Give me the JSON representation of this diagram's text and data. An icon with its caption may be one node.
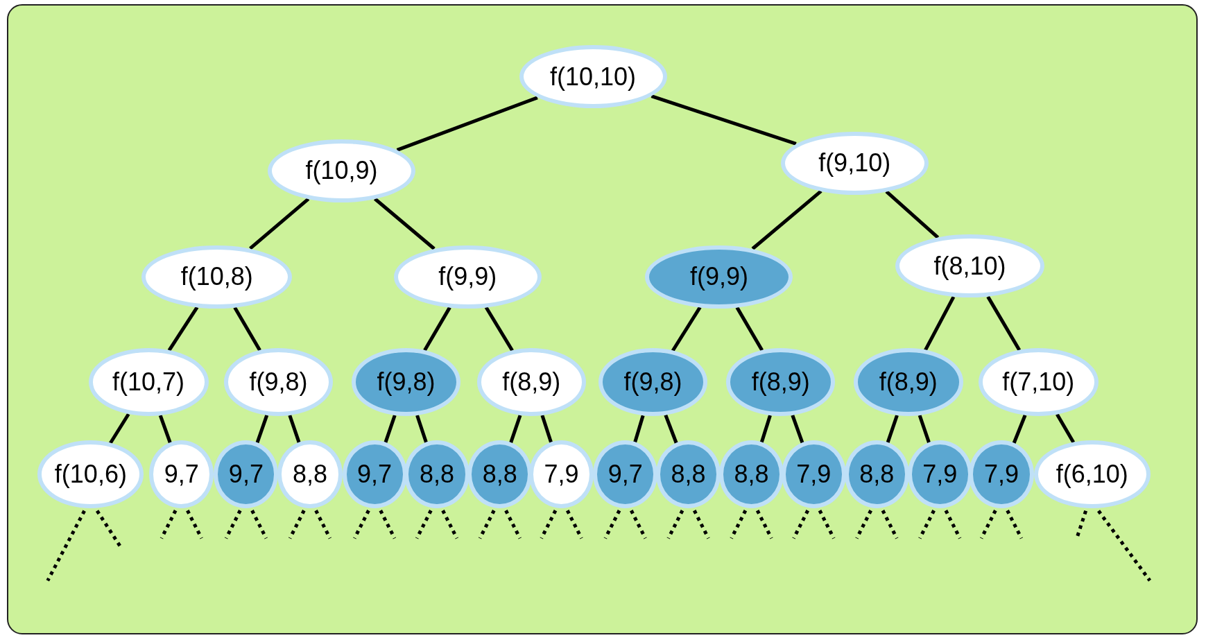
{
  "diagram": {
    "nodes": [
      {
        "text": [
          "f(10,10)"
        ]
      },
      {
        "text": [
          "f(10,9)"
        ]
      },
      {
        "text": [
          "f(9,10)"
        ]
      },
      {
        "text": [
          "f(10,8)"
        ]
      },
      {
        "text": [
          "f(9,9)"
        ]
      },
      {
        "text": [
          "f(9,9)"
        ]
      },
      {
        "text": [
          "f(8,10)"
        ]
      },
      {
        "text": [
          "f(10,7)"
        ]
      },
      {
        "text": [
          "f(9,8)"
        ]
      },
      {
        "text": [
          "f(9,8)"
        ]
      },
      {
        "text": [
          "f(8,9)"
        ]
      },
      {
        "text": [
          "f(9,8)"
        ]
      },
      {
        "text": [
          "f(8,9)"
        ]
      },
      {
        "text": [
          "f(8,9)"
        ]
      },
      {
        "text": [
          "f(7,10)"
        ]
      },
      {
        "text": [
          "f(10,6)"
        ]
      },
      {
        "text": [
          "9,7"
        ]
      },
      {
        "text": [
          "9,7"
        ]
      },
      {
        "text": [
          "8,8"
        ]
      },
      {
        "text": [
          "9,7"
        ]
      },
      {
        "text": [
          "8,8"
        ]
      },
      {
        "text": [
          "8,8"
        ]
      },
      {
        "text": [
          "7,9"
        ]
      },
      {
        "text": [
          "9,7"
        ]
      },
      {
        "text": [
          "8,8"
        ]
      },
      {
        "text": [
          "8,8"
        ]
      },
      {
        "text": [
          "7,9"
        ]
      },
      {
        "text": [
          "8,8"
        ]
      },
      {
        "text": [
          "7,9"
        ]
      },
      {
        "text": [
          "7,9"
        ]
      },
      {
        "text": [
          "f(6,10)"
        ]
      }
    ],
    "edges": [
      {
        "from": 0,
        "to": 1,
        "arrow": "none"
      },
      {
        "from": 0,
        "to": 2,
        "arrow": "none"
      },
      {
        "from": 1,
        "to": 3,
        "arrow": "none"
      },
      {
        "from": 1,
        "to": 4,
        "arrow": "none"
      },
      {
        "from": 2,
        "to": 5,
        "arrow": "none"
      },
      {
        "from": 2,
        "to": 6,
        "arrow": "none"
      },
      {
        "from": 3,
        "to": 7,
        "arrow": "none"
      },
      {
        "from": 3,
        "to": 8,
        "arrow": "none"
      },
      {
        "from": 4,
        "to": 9,
        "arrow": "none"
      },
      {
        "from": 4,
        "to": 10,
        "arrow": "none"
      },
      {
        "from": 5,
        "to": 11,
        "arrow": "none"
      },
      {
        "from": 5,
        "to": 12,
        "arrow": "none"
      },
      {
        "from": 6,
        "to": 13,
        "arrow": "none"
      },
      {
        "from": 6,
        "to": 14,
        "arrow": "none"
      },
      {
        "from": 7,
        "to": 15,
        "arrow": "none"
      },
      {
        "from": 7,
        "to": 16,
        "arrow": "none"
      },
      {
        "from": 8,
        "to": 17,
        "arrow": "none"
      },
      {
        "from": 8,
        "to": 18,
        "arrow": "none"
      },
      {
        "from": 9,
        "to": 19,
        "arrow": "none"
      },
      {
        "from": 9,
        "to": 20,
        "arrow": "none"
      },
      {
        "from": 10,
        "to": 21,
        "arrow": "none"
      },
      {
        "from": 10,
        "to": 22,
        "arrow": "none"
      },
      {
        "from": 11,
        "to": 23,
        "arrow": "none"
      },
      {
        "from": 11,
        "to": 24,
        "arrow": "none"
      },
      {
        "from": 12,
        "to": 25,
        "arrow": "none"
      },
      {
        "from": 12,
        "to": 26,
        "arrow": "none"
      },
      {
        "from": 13,
        "to": 27,
        "arrow": "none"
      },
      {
        "from": 13,
        "to": 28,
        "arrow": "none"
      },
      {
        "from": 14,
        "to": 29,
        "arrow": "none"
      },
      {
        "from": 14,
        "to": 30,
        "arrow": "none"
      },
      {
        "from": 15,
        "to": null,
        "arrow": "none",
        "style": "dashed"
      },
      {
        "from": 15,
        "to": null,
        "arrow": "none",
        "style": "dashed"
      },
      {
        "from": 16,
        "to": null,
        "arrow": "none",
        "style": "dashed"
      },
      {
        "from": 16,
        "to": null,
        "arrow": "none",
        "style": "dashed"
      },
      {
        "from": 17,
        "to": null,
        "arrow": "none",
        "style": "dashed"
      },
      {
        "from": 17,
        "to": null,
        "arrow": "none",
        "style": "dashed"
      },
      {
        "from": 18,
        "to": null,
        "arrow": "none",
        "style": "dashed"
      },
      {
        "from": 18,
        "to": null,
        "arrow": "none",
        "style": "dashed"
      },
      {
        "from": 19,
        "to": null,
        "arrow": "none",
        "style": "dashed"
      },
      {
        "from": 19,
        "to": null,
        "arrow": "none",
        "style": "dashed"
      },
      {
        "from": 20,
        "to": null,
        "arrow": "none",
        "style": "dashed"
      },
      {
        "from": 20,
        "to": null,
        "arrow": "none",
        "style": "dashed"
      },
      {
        "from": 21,
        "to": null,
        "arrow": "none",
        "style": "dashed"
      },
      {
        "from": 21,
        "to": null,
        "arrow": "none",
        "style": "dashed"
      },
      {
        "from": 22,
        "to": null,
        "arrow": "none",
        "style": "dashed"
      },
      {
        "from": 22,
        "to": null,
        "arrow": "none",
        "style": "dashed"
      },
      {
        "from": 23,
        "to": null,
        "arrow": "none",
        "style": "dashed"
      },
      {
        "from": 23,
        "to": null,
        "arrow": "none",
        "style": "dashed"
      },
      {
        "from": 24,
        "to": null,
        "arrow": "none",
        "style": "dashed"
      },
      {
        "from": 24,
        "to": null,
        "arrow": "none",
        "style": "dashed"
      },
      {
        "from": 25,
        "to": null,
        "arrow": "none",
        "style": "dashed"
      },
      {
        "from": 25,
        "to": null,
        "arrow": "none",
        "style": "dashed"
      },
      {
        "from": 26,
        "to": null,
        "arrow": "none",
        "style": "dashed"
      },
      {
        "from": 26,
        "to": null,
        "arrow": "none",
        "style": "dashed"
      },
      {
        "from": 27,
        "to": null,
        "arrow": "none",
        "style": "dashed"
      },
      {
        "from": 27,
        "to": null,
        "arrow": "none",
        "style": "dashed"
      },
      {
        "from": 28,
        "to": null,
        "arrow": "none",
        "style": "dashed"
      },
      {
        "from": 28,
        "to": null,
        "arrow": "none",
        "style": "dashed"
      },
      {
        "from": 29,
        "to": null,
        "arrow": "none",
        "style": "dashed"
      },
      {
        "from": 29,
        "to": null,
        "arrow": "none",
        "style": "dashed"
      },
      {
        "from": 30,
        "to": null,
        "arrow": "none",
        "style": "dashed"
      },
      {
        "from": 30,
        "to": null,
        "arrow": "none",
        "style": "dashed"
      }
    ]
  }
}
